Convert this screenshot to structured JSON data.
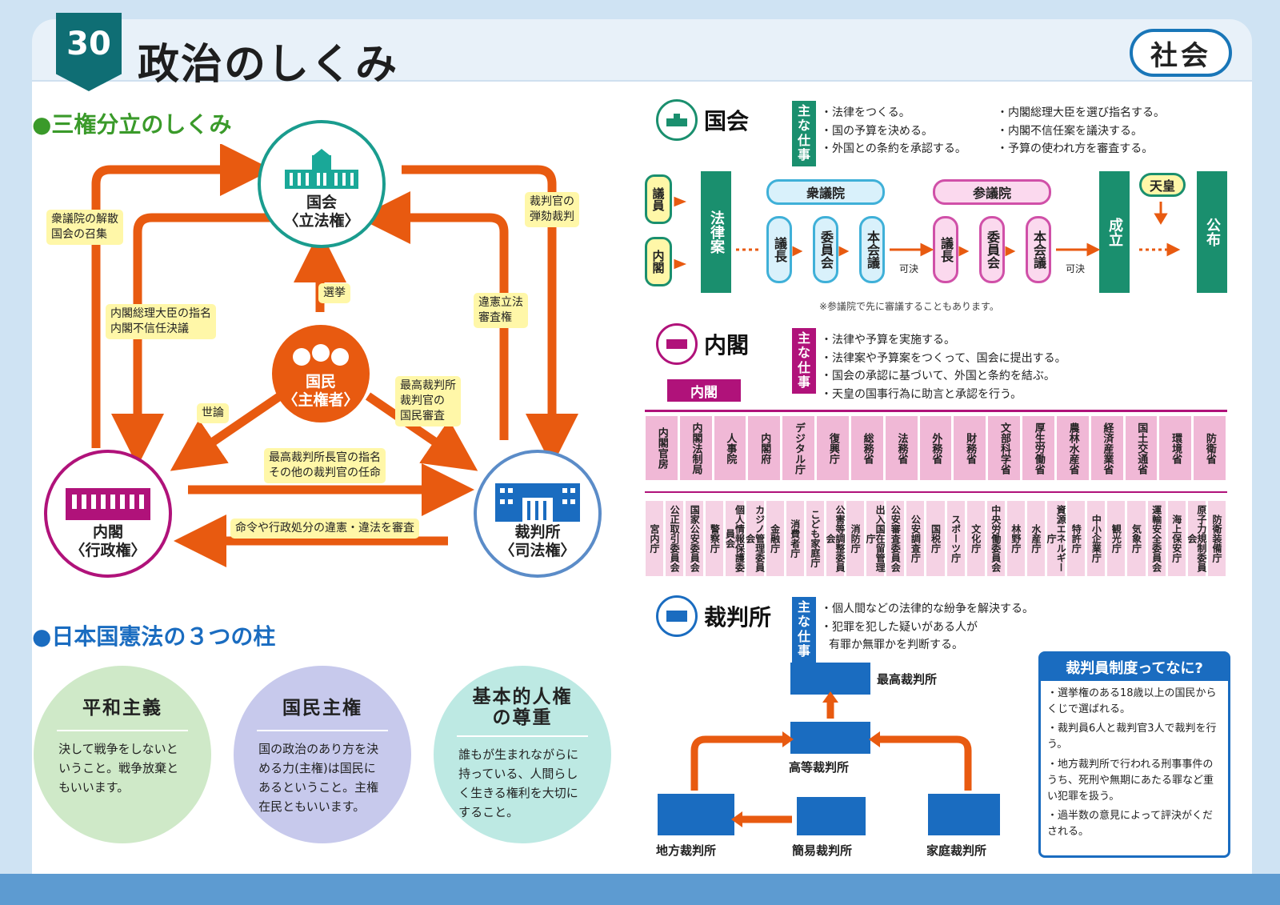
{
  "header": {
    "unit_number": "30",
    "title": "政治のしくみ",
    "subject": "社会"
  },
  "colors": {
    "orange": "#e85a10",
    "teal": "#1a8f6e",
    "magenta": "#b0127a",
    "blue": "#1a6cc0",
    "yellow": "#fff7a8"
  },
  "sanken": {
    "heading": "●三権分立のしくみ",
    "kokkai": {
      "name": "国会",
      "power": "〈立法権〉"
    },
    "naikaku": {
      "name": "内閣",
      "power": "〈行政権〉"
    },
    "saibansho": {
      "name": "裁判所",
      "power": "〈司法権〉"
    },
    "kokumin": {
      "name": "国民",
      "role": "〈主権者〉"
    },
    "labels": {
      "dissolve": [
        "衆議院の解散",
        "国会の召集"
      ],
      "pm_nomination": [
        "内閣総理大臣の指名",
        "内閣不信任決議"
      ],
      "impeach": [
        "裁判官の",
        "弾劾裁判"
      ],
      "election": "選挙",
      "judicial_review": [
        "違憲立法",
        "審査権"
      ],
      "opinion": "世論",
      "review": [
        "最高裁判所",
        "裁判官の",
        "国民審査"
      ],
      "appoint": [
        "最高裁判所長官の指名",
        "その他の裁判官の任命"
      ],
      "orders": "命令や行政処分の違憲・違法を審査"
    }
  },
  "pillars": {
    "heading": "●日本国憲法の３つの柱",
    "items": [
      {
        "title": "平和主義",
        "text": "決して戦争をしないということ。戦争放棄ともいいます。",
        "color": "#cfe9c8"
      },
      {
        "title": "国民主権",
        "text": "国の政治のあり方を決める力(主権)は国民にあるということ。主権在民ともいいます。",
        "color": "#c7c9ec"
      },
      {
        "title": "基本的人権の尊重",
        "text": "誰もが生まれながらに持っている、人間らしく生きる権利を大切にすること。",
        "color": "#bde9e3"
      }
    ]
  },
  "kokkai_box": {
    "name": "国会",
    "main_work": "主な仕事",
    "duties_left": [
      "・法律をつくる。",
      "・国の予算を決める。",
      "・外国との条約を承認する。"
    ],
    "duties_right": [
      "・内閣総理大臣を選び指名する。",
      "・内閣不信任案を議決する。",
      "・予算の使われ方を審査する。"
    ],
    "flow": {
      "giin": "議員",
      "naikaku": "内閣",
      "bill": "法律案",
      "shugiin": "衆議院",
      "sangiin": "参議院",
      "gicho": "議長",
      "iinkai": "委員会",
      "honkaigi": "本会議",
      "kaketsu": "可決",
      "seiritsu": "成立",
      "tenno": "天皇",
      "kofu": "公布",
      "note": "※参議院で先に審議することもあります。"
    }
  },
  "naikaku_box": {
    "name": "内閣",
    "main_work": "主な仕事",
    "duties": [
      "・法律や予算を実施する。",
      "・法律案や予算案をつくって、国会に提出する。",
      "・国会の承認に基づいて、外国と条約を結ぶ。",
      "・天皇の国事行為に助言と承認を行う。"
    ],
    "top": "内閣",
    "ministries": [
      "内閣官房",
      "内閣法制局",
      "人事院",
      "内閣府",
      "デジタル庁",
      "復興庁",
      "総務省",
      "法務省",
      "外務省",
      "財務省",
      "文部科学省",
      "厚生労働省",
      "農林水産省",
      "経済産業省",
      "国土交通省",
      "環境省",
      "防衛省"
    ],
    "agencies": [
      "宮内庁",
      "公正取引委員会",
      "国家公安委員会",
      "警察庁",
      "個人情報保護委員会",
      "カジノ管理委員会",
      "金融庁",
      "消費者庁",
      "こども家庭庁",
      "公害等調整委員会",
      "消防庁",
      "出入国在留管理庁",
      "公安審査委員会",
      "公安調査庁",
      "国税庁",
      "スポーツ庁",
      "文化庁",
      "中央労働委員会",
      "林野庁",
      "水産庁",
      "資源エネルギー庁",
      "特許庁",
      "中小企業庁",
      "観光庁",
      "気象庁",
      "運輸安全委員会",
      "海上保安庁",
      "原子力規制委員会",
      "防衛装備庁"
    ]
  },
  "saiban_box": {
    "name": "裁判所",
    "main_work": "主な仕事",
    "duties": [
      "・個人間などの法律的な紛争を解決する。",
      "・犯罪を犯した疑いがある人が",
      "有罪か無罪かを判断する。"
    ],
    "courts": {
      "supreme": "最高裁判所",
      "high": "高等裁判所",
      "district": "地方裁判所",
      "summary": "簡易裁判所",
      "family": "家庭裁判所"
    }
  },
  "saibanin": {
    "title": "裁判員制度ってなに?",
    "items": [
      "・選挙権のある18歳以上の国民からくじで選ばれる。",
      "・裁判員6人と裁判官3人で裁判を行う。",
      "・地方裁判所で行われる刑事事件のうち、死刑や無期にあたる罪など重い犯罪を扱う。",
      "・過半数の意見によって評決がくだされる。"
    ]
  }
}
